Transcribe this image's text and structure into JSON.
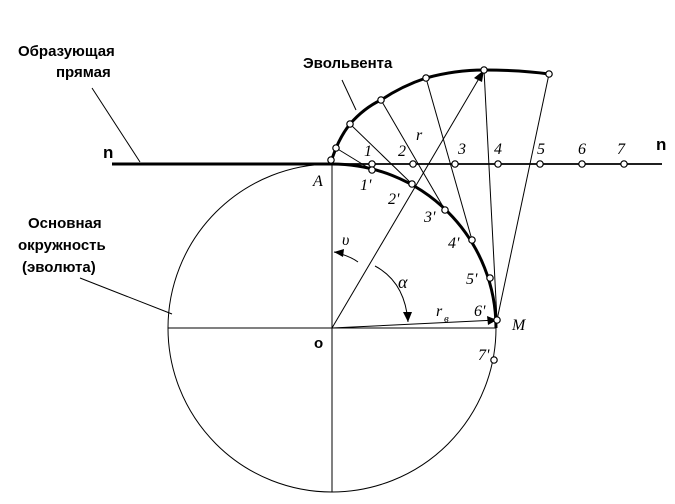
{
  "labels": {
    "generating_line": [
      "Образующая",
      "прямая"
    ],
    "involute": "Эвольвента",
    "base_circle": [
      "Основная",
      "окружность",
      "(эволюта)"
    ],
    "n_left": "n",
    "n_right": "n",
    "point_a": "A",
    "point_m": "M",
    "center_o": "o",
    "radius_r": "r",
    "radius_rb": "r",
    "radius_rb_sub": "в",
    "angle_theta": "υ",
    "angle_alpha": "α"
  },
  "line_points": [
    "1",
    "2",
    "3",
    "4",
    "5",
    "6",
    "7"
  ],
  "circle_points": [
    "1'",
    "2'",
    "3'",
    "4'",
    "5'",
    "6'",
    "7'"
  ]
}
